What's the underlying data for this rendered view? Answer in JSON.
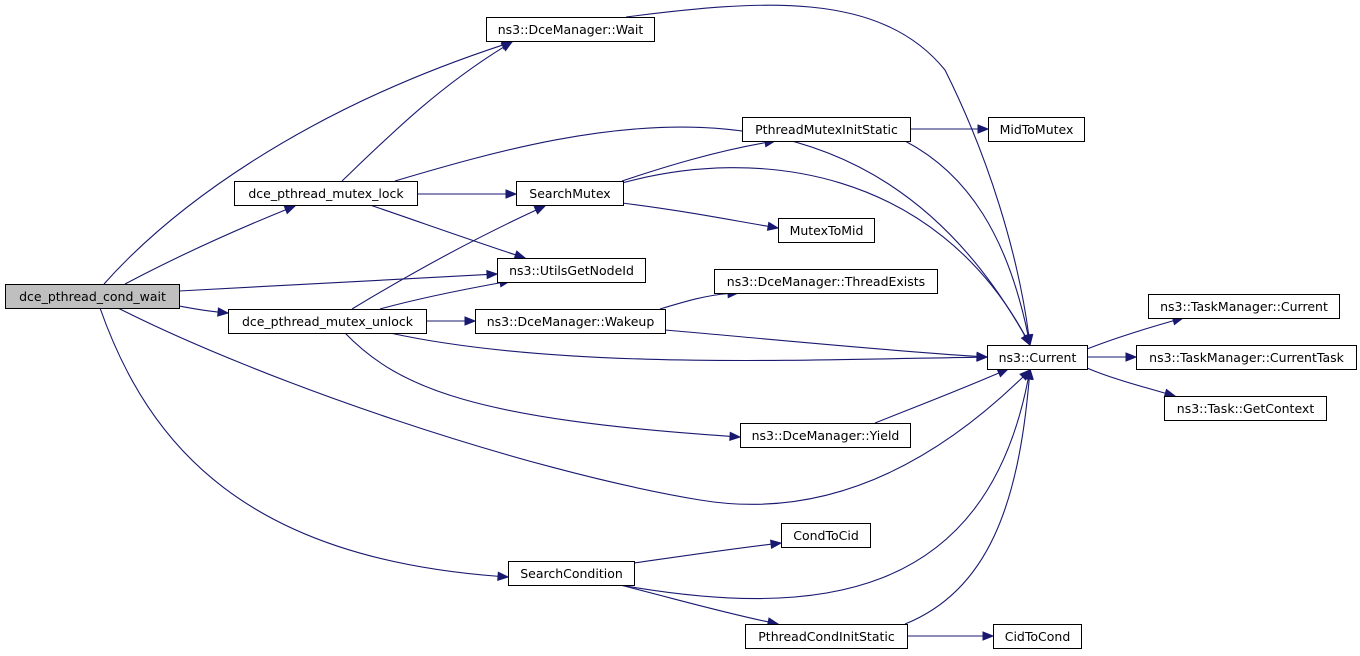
{
  "graph": {
    "kind": "call-graph",
    "nodes": [
      {
        "id": "n0",
        "label": "dce_pthread_cond_wait",
        "highlighted": true
      },
      {
        "id": "n1",
        "label": "ns3::DceManager::Wait"
      },
      {
        "id": "n2",
        "label": "dce_pthread_mutex_lock"
      },
      {
        "id": "n3",
        "label": "ns3::UtilsGetNodeId"
      },
      {
        "id": "n4",
        "label": "dce_pthread_mutex_unlock"
      },
      {
        "id": "n5",
        "label": "SearchMutex"
      },
      {
        "id": "n6",
        "label": "ns3::DceManager::Wakeup"
      },
      {
        "id": "n7",
        "label": "PthreadMutexInitStatic"
      },
      {
        "id": "n8",
        "label": "MidToMutex"
      },
      {
        "id": "n9",
        "label": "MutexToMid"
      },
      {
        "id": "n10",
        "label": "ns3::DceManager::ThreadExists"
      },
      {
        "id": "n11",
        "label": "ns3::Current"
      },
      {
        "id": "n12",
        "label": "ns3::TaskManager::Current"
      },
      {
        "id": "n13",
        "label": "ns3::TaskManager::CurrentTask"
      },
      {
        "id": "n14",
        "label": "ns3::Task::GetContext"
      },
      {
        "id": "n15",
        "label": "ns3::DceManager::Yield"
      },
      {
        "id": "n16",
        "label": "CondToCid"
      },
      {
        "id": "n17",
        "label": "SearchCondition"
      },
      {
        "id": "n18",
        "label": "PthreadCondInitStatic"
      },
      {
        "id": "n19",
        "label": "CidToCond"
      }
    ],
    "edges": [
      {
        "from": "n0",
        "to": "n1"
      },
      {
        "from": "n0",
        "to": "n2"
      },
      {
        "from": "n0",
        "to": "n3"
      },
      {
        "from": "n0",
        "to": "n4"
      },
      {
        "from": "n0",
        "to": "n11"
      },
      {
        "from": "n0",
        "to": "n17"
      },
      {
        "from": "n2",
        "to": "n1"
      },
      {
        "from": "n2",
        "to": "n5"
      },
      {
        "from": "n2",
        "to": "n3"
      },
      {
        "from": "n2",
        "to": "n11"
      },
      {
        "from": "n4",
        "to": "n5"
      },
      {
        "from": "n4",
        "to": "n3"
      },
      {
        "from": "n4",
        "to": "n6"
      },
      {
        "from": "n4",
        "to": "n11"
      },
      {
        "from": "n4",
        "to": "n15"
      },
      {
        "from": "n1",
        "to": "n11"
      },
      {
        "from": "n5",
        "to": "n7"
      },
      {
        "from": "n5",
        "to": "n9"
      },
      {
        "from": "n5",
        "to": "n11"
      },
      {
        "from": "n7",
        "to": "n8"
      },
      {
        "from": "n7",
        "to": "n11"
      },
      {
        "from": "n6",
        "to": "n10"
      },
      {
        "from": "n6",
        "to": "n11"
      },
      {
        "from": "n15",
        "to": "n11"
      },
      {
        "from": "n11",
        "to": "n12"
      },
      {
        "from": "n11",
        "to": "n13"
      },
      {
        "from": "n11",
        "to": "n14"
      },
      {
        "from": "n17",
        "to": "n16"
      },
      {
        "from": "n17",
        "to": "n11"
      },
      {
        "from": "n17",
        "to": "n18"
      },
      {
        "from": "n18",
        "to": "n11"
      },
      {
        "from": "n18",
        "to": "n19"
      }
    ]
  },
  "colors": {
    "edge": "#191970",
    "node_border": "#000000",
    "node_fill": "#ffffff",
    "highlighted_fill": "#bfbfbf"
  }
}
